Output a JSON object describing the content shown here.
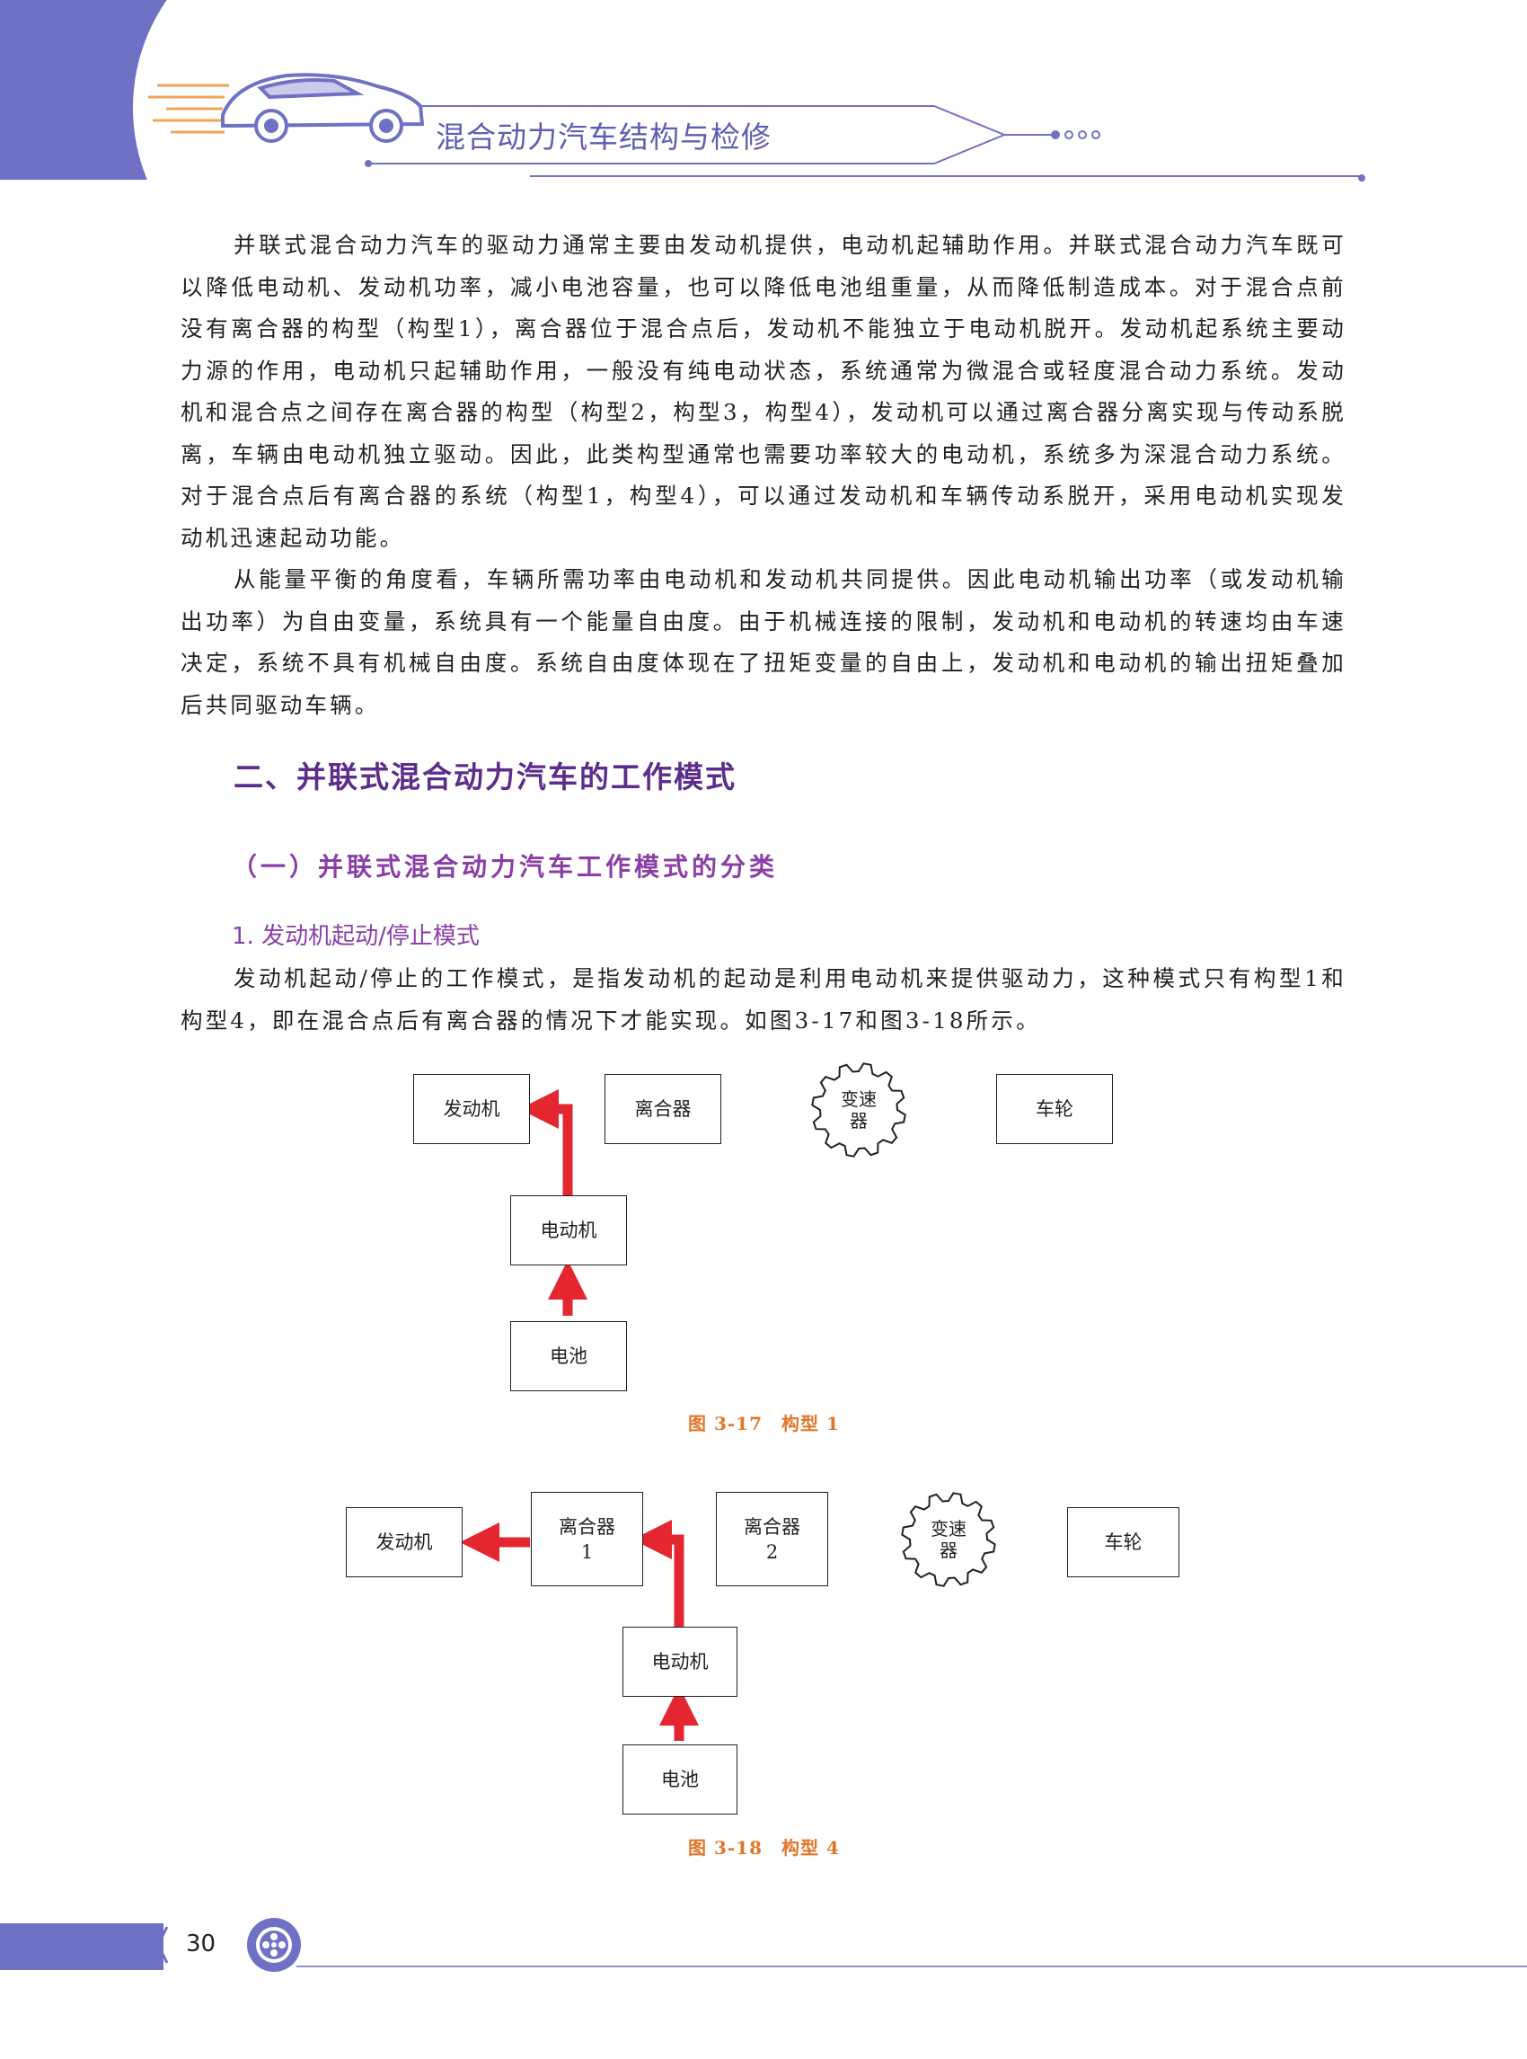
{
  "header": {
    "book_title": "混合动力汽车结构与检修"
  },
  "body": {
    "paragraphs": [
      "并联式混合动力汽车的驱动力通常主要由发动机提供，电动机起辅助作用。并联式混合动力汽车既可以降低电动机、发动机功率，减小电池容量，也可以降低电池组重量，从而降低制造成本。对于混合点前没有离合器的构型（构型1），离合器位于混合点后，发动机不能独立于电动机脱开。发动机起系统主要动力源的作用，电动机只起辅助作用，一般没有纯电动状态，系统通常为微混合或轻度混合动力系统。发动机和混合点之间存在离合器的构型（构型2，构型3，构型4），发动机可以通过离合器分离实现与传动系脱离，车辆由电动机独立驱动。因此，此类构型通常也需要功率较大的电动机，系统多为深混合动力系统。对于混合点后有离合器的系统（构型1，构型4），可以通过发动机和车辆传动系脱开，采用电动机实现发动机迅速起动功能。",
      "从能量平衡的角度看，车辆所需功率由电动机和发动机共同提供。因此电动机输出功率（或发动机输出功率）为自由变量，系统具有一个能量自由度。由于机械连接的限制，发动机和电动机的转速均由车速决定，系统不具有机械自由度。系统自由度体现在了扭矩变量的自由上，发动机和电动机的输出扭矩叠加后共同驱动车辆。"
    ],
    "heading_2": "二、并联式混合动力汽车的工作模式",
    "heading_3": "（一）并联式混合动力汽车工作模式的分类",
    "heading_4": "1. 发动机起动/停止模式",
    "paragraph_3": "发动机起动/停止的工作模式，是指发动机的起动是利用电动机来提供驱动力，这种模式只有构型1和构型4，即在混合点后有离合器的情况下才能实现。如图3-17和图3-18所示。"
  },
  "figure_1": {
    "engine": "发动机",
    "clutch": "离合器",
    "gearbox": "变速\n器",
    "wheel": "车轮",
    "motor": "电动机",
    "battery": "电池",
    "caption": "图 3-17　构型 1"
  },
  "figure_2": {
    "engine": "发动机",
    "clutch1": "离合器\n1",
    "clutch2": "离合器\n2",
    "gearbox": "变速\n器",
    "wheel": "车轮",
    "motor": "电动机",
    "battery": "电池",
    "caption": "图 3-18　构型 4"
  },
  "footer": {
    "page_number": "30"
  },
  "colors": {
    "header_band": "#6f71c4",
    "arrow": "#e3262f",
    "caption": "#e0752a",
    "heading": "#5c2d8a"
  }
}
